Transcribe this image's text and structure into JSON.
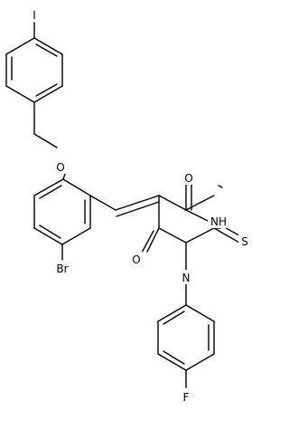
{
  "atoms": {
    "iodine": "I",
    "ether_oxygen": "O",
    "bromine": "Br",
    "carbonyl_oxygen_top": "O",
    "carbonyl_oxygen_bottom": "O",
    "amide_nh": "NH",
    "ring_nitrogen": "N",
    "thione_sulfur": "S",
    "fluorine": "F"
  }
}
